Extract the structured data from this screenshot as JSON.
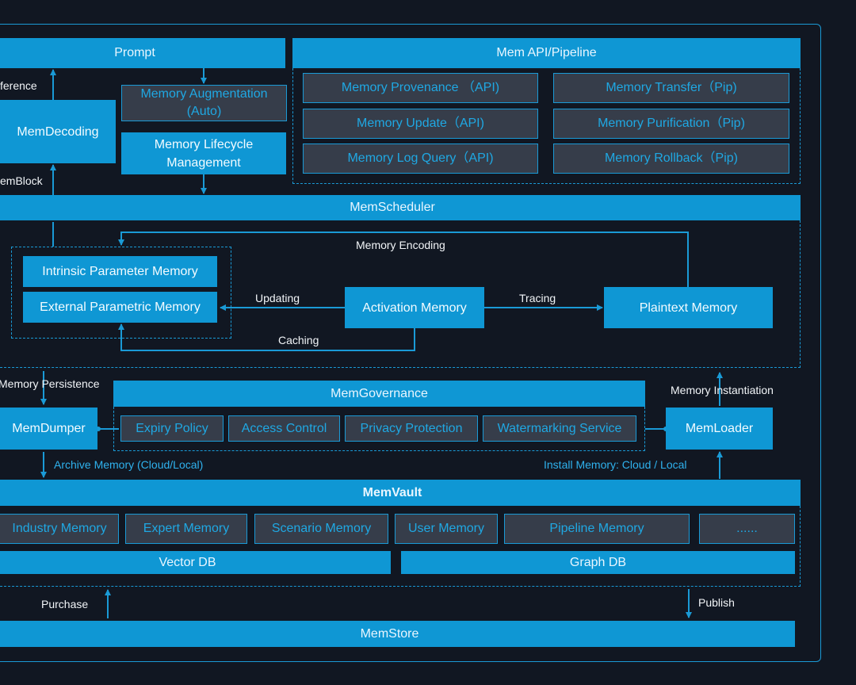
{
  "top": {
    "prompt": "Prompt",
    "inference_label": "ference",
    "memdecoding": "MemDecoding",
    "memblock_label": "emBlock",
    "mem_augmentation": "Memory Augmentation (Auto)",
    "mem_lifecycle": "Memory Lifecycle Management"
  },
  "api": {
    "title": "Mem API/Pipeline",
    "items": [
      "Memory Provenance （API)",
      "Memory Transfer（Pip)",
      "Memory Update（API)",
      "Memory Purification（Pip)",
      "Memory Log Query（API)",
      "Memory Rollback（Pip)"
    ]
  },
  "scheduler": {
    "title": "MemScheduler",
    "intrinsic": "Intrinsic Parameter Memory",
    "external": "External Parametric Memory",
    "activation": "Activation Memory",
    "plaintext": "Plaintext Memory",
    "encoding": "Memory Encoding",
    "updating": "Updating",
    "tracing": "Tracing",
    "caching": "Caching"
  },
  "governance": {
    "persistence": "Memory Persistence",
    "instantiation": "Memory Instantiation",
    "title": "MemGovernance",
    "dumper": "MemDumper",
    "loader": "MemLoader",
    "items": [
      "Expiry Policy",
      "Access Control",
      "Privacy Protection",
      "Watermarking Service"
    ],
    "archive": "Archive Memory (Cloud/Local)",
    "install": "Install Memory: Cloud / Local"
  },
  "vault": {
    "title": "MemVault",
    "items": [
      "Industry Memory",
      "Expert Memory",
      "Scenario Memory",
      "User Memory",
      "Pipeline Memory",
      "......"
    ],
    "vector_db": "Vector DB",
    "graph_db": "Graph DB"
  },
  "store": {
    "purchase": "Purchase",
    "publish": "Publish",
    "title": "MemStore"
  }
}
